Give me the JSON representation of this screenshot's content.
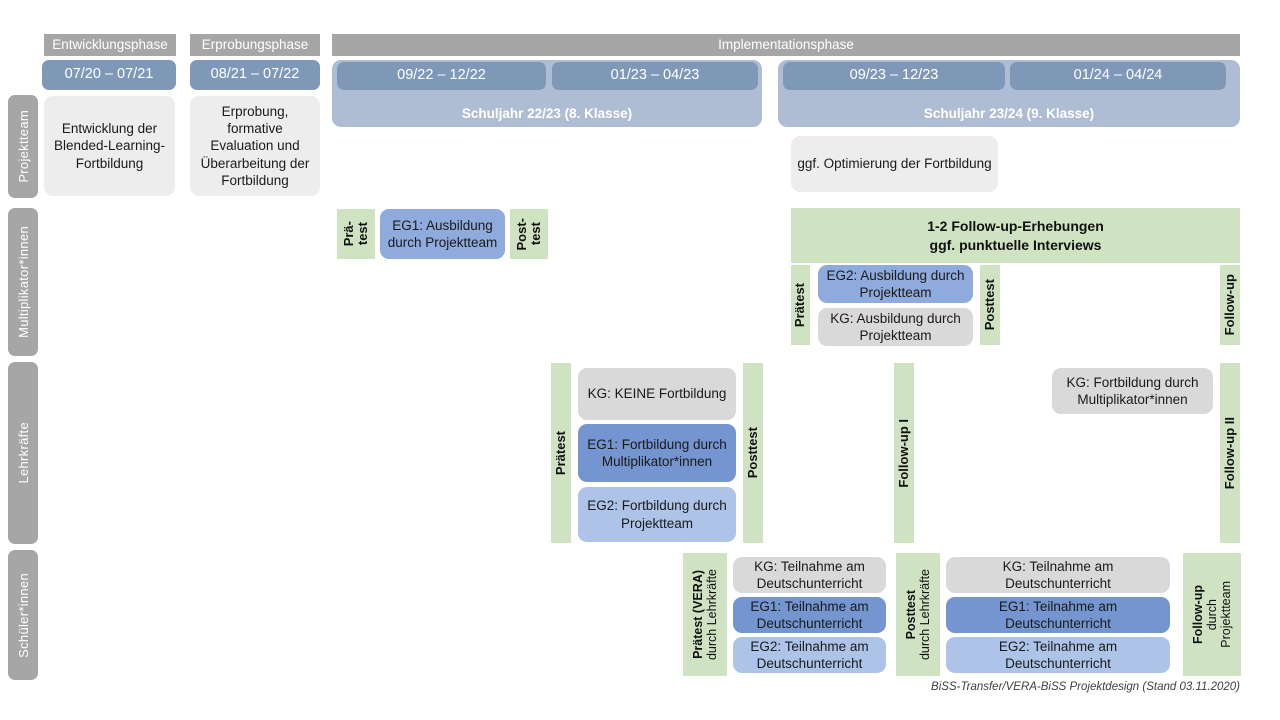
{
  "diagram": {
    "title_footer": "BiSS-Transfer/VERA-BiSS Projektdesign (Stand 03.11.2020)",
    "colors": {
      "phase_header": "#a6a6a6",
      "date_bar": "#7f98b8",
      "year_band": "#aebdd4",
      "row_label": "#a6a6a6",
      "green_test": "#cfe3c2",
      "grey_soft": "#ededed",
      "grey": "#d9d9d9",
      "blue_dark": "#7495cf",
      "blue_mid": "#8faadc",
      "blue_light": "#adc4e8"
    }
  },
  "phases": [
    {
      "label": "Entwicklungsphase"
    },
    {
      "label": "Erprobungsphase"
    },
    {
      "label": "Implementationsphase"
    }
  ],
  "date_bars": [
    {
      "label": "07/20 – 07/21"
    },
    {
      "label": "08/21 – 07/22"
    },
    {
      "label": "09/22 – 12/22"
    },
    {
      "label": "01/23 – 04/23"
    },
    {
      "label": "09/23 – 12/23"
    },
    {
      "label": "01/24 – 04/24"
    }
  ],
  "school_years": [
    {
      "label": "Schuljahr 22/23 (8. Klasse)"
    },
    {
      "label": "Schuljahr 23/24 (9. Klasse)"
    }
  ],
  "rows": [
    {
      "label": "Projektteam"
    },
    {
      "label": "Multiplikator*innen"
    },
    {
      "label": "Lehrkräfte"
    },
    {
      "label": "Schüler*innen"
    }
  ],
  "projektteam": {
    "entwicklung": "Entwicklung der Blended-Learning-Fortbildung",
    "erprobung": "Erprobung, formative Evaluation und Überarbeitung der Fortbildung",
    "optimierung": "ggf. Optimierung der Fortbildung"
  },
  "multiplikatoren": {
    "praetest_1_line1": "Prä-",
    "praetest_1_line2": "test",
    "posttest_1_line1": "Post-",
    "posttest_1_line2": "test",
    "eg1": "EG1: Ausbildung durch Projektteam",
    "followup_band_line1": "1-2 Follow-up-Erhebungen",
    "followup_band_line2": "ggf. punktuelle Interviews",
    "praetest_2": "Prätest",
    "posttest_2": "Posttest",
    "followup": "Follow-up",
    "eg2": "EG2:  Ausbildung durch Projektteam",
    "kg": "KG: Ausbildung durch Projektteam"
  },
  "lehrkraefte": {
    "praetest": "Prätest",
    "posttest": "Posttest",
    "followup_1": "Follow-up I",
    "followup_2": "Follow-up II",
    "kg_keine": "KG:  KEINE Fortbildung",
    "eg1": "EG1: Fortbildung durch Multiplikator*innen",
    "eg2": "EG2: Fortbildung durch Projektteam",
    "kg_fortbildung": "KG: Fortbildung durch Multiplikator*innen"
  },
  "schueler": {
    "praetest_bold": "Prätest (VERA)",
    "praetest_reg": "durch Lehrkräfte",
    "posttest_bold": "Posttest",
    "posttest_reg": "durch Lehrkräfte",
    "followup_bold": "Follow-up",
    "followup_reg1": "durch",
    "followup_reg2": "Projektteam",
    "block_a": {
      "kg": "KG: Teilnahme am Deutschunterricht",
      "eg1": "EG1: Teilnahme am Deutschunterricht",
      "eg2": "EG2: Teilnahme am Deutschunterricht"
    },
    "block_b": {
      "kg": "KG: Teilnahme am Deutschunterricht",
      "eg1": "EG1: Teilnahme am Deutschunterricht",
      "eg2": "EG2: Teilnahme am Deutschunterricht"
    }
  }
}
